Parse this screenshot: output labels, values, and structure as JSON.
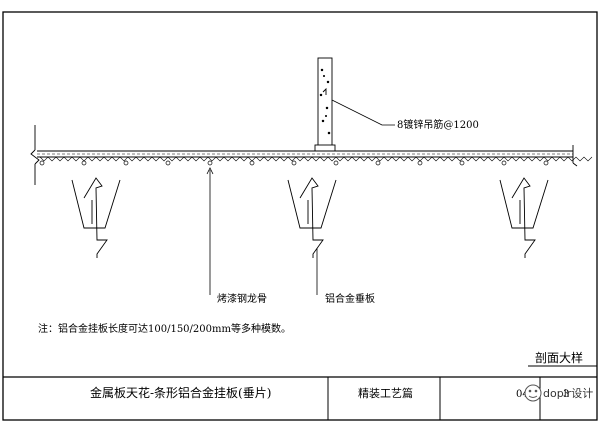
{
  "labels": {
    "hanger": "8镀锌吊筋@1200",
    "keel": "烤漆钢龙骨",
    "panel": "铝合金垂板"
  },
  "note": "注：铝合金挂板长度可达100/150/200mm等多种模数。",
  "section_title": "剖面大样",
  "title_block": {
    "drawing_name": "金属板天花-条形铝合金挂板(垂片)",
    "category": "精装工艺篇",
    "sheet_no": "04",
    "page_no": "3",
    "watermark": "doplr设计"
  }
}
